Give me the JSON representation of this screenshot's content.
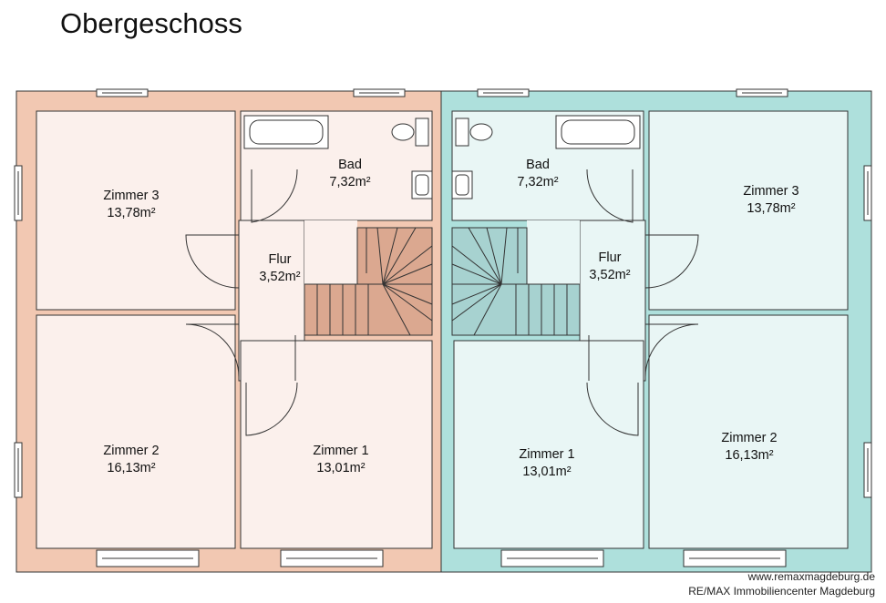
{
  "title": "Obergeschoss",
  "colors": {
    "left_wall": "#f2c8b2",
    "left_room": "#fbf0ec",
    "left_stair": "#dba890",
    "right_wall": "#aee0dc",
    "right_room": "#e9f6f5",
    "right_stair": "#a7d2d0",
    "line": "#333333"
  },
  "left_unit": {
    "zimmer3": {
      "name": "Zimmer 3",
      "area": "13,78m²"
    },
    "bad": {
      "name": "Bad",
      "area": "7,32m²"
    },
    "flur": {
      "name": "Flur",
      "area": "3,52m²"
    },
    "zimmer2": {
      "name": "Zimmer 2",
      "area": "16,13m²"
    },
    "zimmer1": {
      "name": "Zimmer 1",
      "area": "13,01m²"
    }
  },
  "right_unit": {
    "bad": {
      "name": "Bad",
      "area": "7,32m²"
    },
    "zimmer3": {
      "name": "Zimmer 3",
      "area": "13,78m²"
    },
    "flur": {
      "name": "Flur",
      "area": "3,52m²"
    },
    "zimmer1": {
      "name": "Zimmer 1",
      "area": "13,01m²"
    },
    "zimmer2": {
      "name": "Zimmer 2",
      "area": "16,13m²"
    }
  },
  "credits": {
    "url": "www.remaxmagdeburg.de",
    "company": "RE/MAX Immobiliencenter Magdeburg"
  }
}
